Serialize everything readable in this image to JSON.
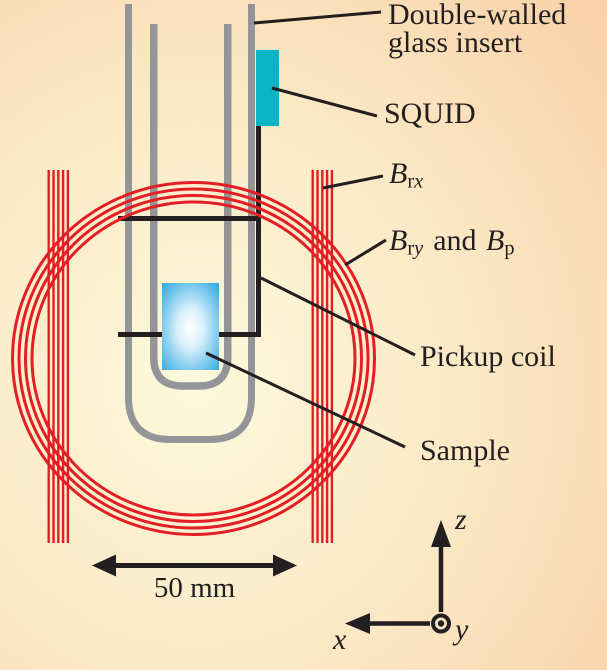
{
  "colors": {
    "ink": "#231f20",
    "coil_red": "#e41e25",
    "tube_gray": "#939598",
    "squid_teal": "#0ab4c5",
    "sample_blue": "#2aa9e1",
    "bg_center": "#fdf9dc",
    "bg_mid": "#fbe6c2",
    "bg_edge": "#f8cfa5"
  },
  "labels": {
    "glass_insert_line1": "Double-walled",
    "glass_insert_line2": "glass insert",
    "squid": "SQUID",
    "brx": {
      "symbol": "B",
      "sub_roman": "r",
      "sub_italic": "x"
    },
    "bry": {
      "symbol": "B",
      "sub_roman": "r",
      "sub_italic": "y"
    },
    "conjunction": "and",
    "bp": {
      "symbol": "B",
      "sub_roman": "p"
    },
    "pickup_coil": "Pickup coil",
    "sample": "Sample"
  },
  "scale_bar": {
    "label": "50 mm"
  },
  "axes": {
    "x": "x",
    "y": "y",
    "z": "z"
  }
}
